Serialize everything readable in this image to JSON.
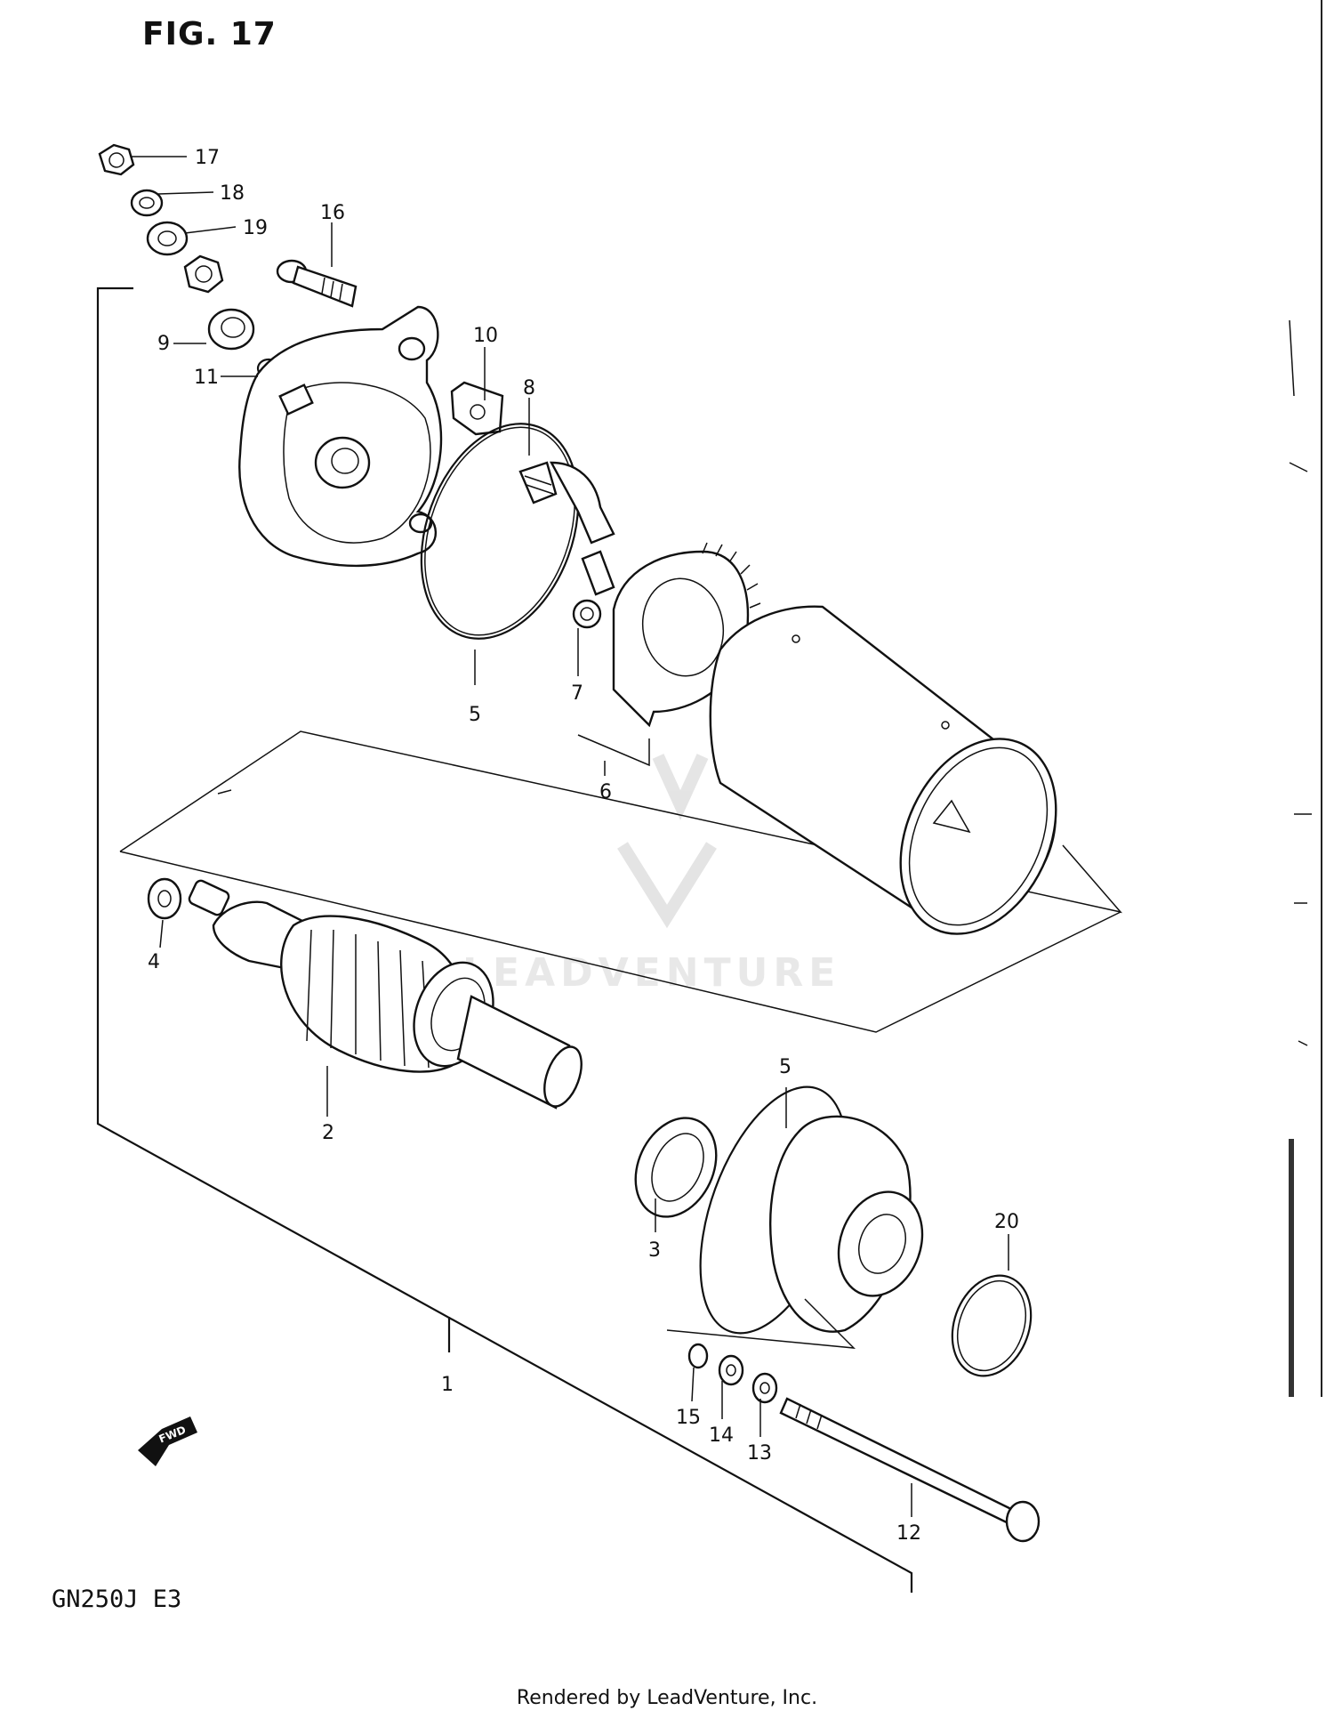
{
  "figure_title": "FIG. 17",
  "model_code": "GN250J E3",
  "footer_text": "Rendered by LeadVenture, Inc.",
  "fwd_label": "FWD",
  "watermark_text": "LEADVENTURE",
  "callouts": {
    "c1": "1",
    "c2": "2",
    "c3": "3",
    "c4": "4",
    "c5a": "5",
    "c5b": "5",
    "c6": "6",
    "c7": "7",
    "c8": "8",
    "c9": "9",
    "c10": "10",
    "c11": "11",
    "c12": "12",
    "c13": "13",
    "c14": "14",
    "c15": "15",
    "c16": "16",
    "c17": "17",
    "c18": "18",
    "c19": "19",
    "c20": "20"
  }
}
